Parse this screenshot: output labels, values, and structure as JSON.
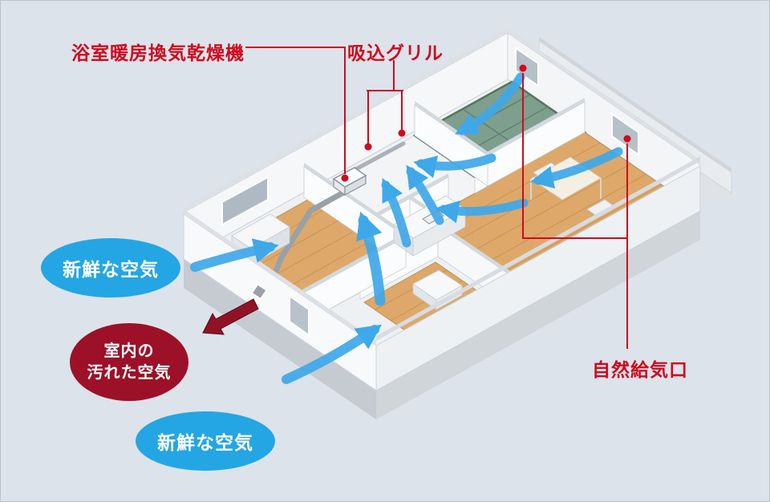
{
  "page": {
    "background": "#dce3ea",
    "border_color": "#b9c3ce"
  },
  "annotations": {
    "bath_unit_label": "浴室暖房換気乾燥機",
    "intake_grill_label": "吸込グリル",
    "natural_vent_label": "自然給気口",
    "fresh_air_label": "新鮮な空気",
    "dirty_air_line1": "室内の",
    "dirty_air_line2": "汚れた空気"
  },
  "colors": {
    "annotation_red": "#cf0a1e",
    "fresh_air_bubble_blue": "#25a6e4",
    "dirty_air_bubble_red": "#9c1128",
    "airflow_arrow_blue": "#3fa8e8",
    "exhaust_arrow_red": "#8f1325",
    "wood_floor": "#dda869",
    "tatami_green": "#7e9e8e"
  },
  "icons": {
    "airflow_arrow": "curved-blue-arrow",
    "exhaust_arrow": "thick-red-outward-arrow",
    "vent_marker": "red-dot"
  }
}
